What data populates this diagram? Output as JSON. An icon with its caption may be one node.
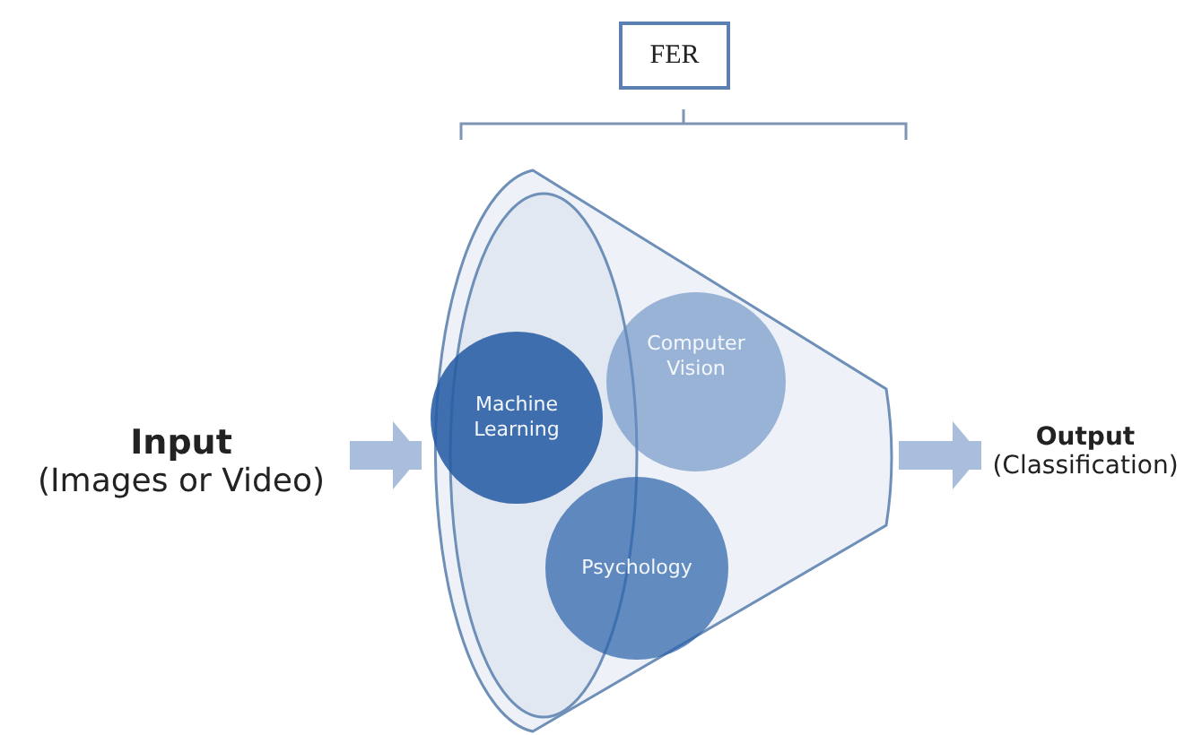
{
  "diagram": {
    "nodes": [
      {
        "text": [
          "FER"
        ]
      },
      {
        "text": [
          "Input",
          "(Images or Video)"
        ]
      },
      {
        "text": [],
        "shape": "funnel"
      },
      {
        "text": [
          "Machine Learning"
        ],
        "in": 2
      },
      {
        "text": [
          "Computer Vision"
        ],
        "in": 2
      },
      {
        "text": [
          "Psychology"
        ],
        "in": 2
      },
      {
        "text": [
          "Output",
          "(Classification)"
        ]
      }
    ],
    "edges": [
      {
        "from": 1,
        "to": 2,
        "arrow": "to"
      },
      {
        "from": 2,
        "to": 6,
        "arrow": "to"
      }
    ]
  }
}
